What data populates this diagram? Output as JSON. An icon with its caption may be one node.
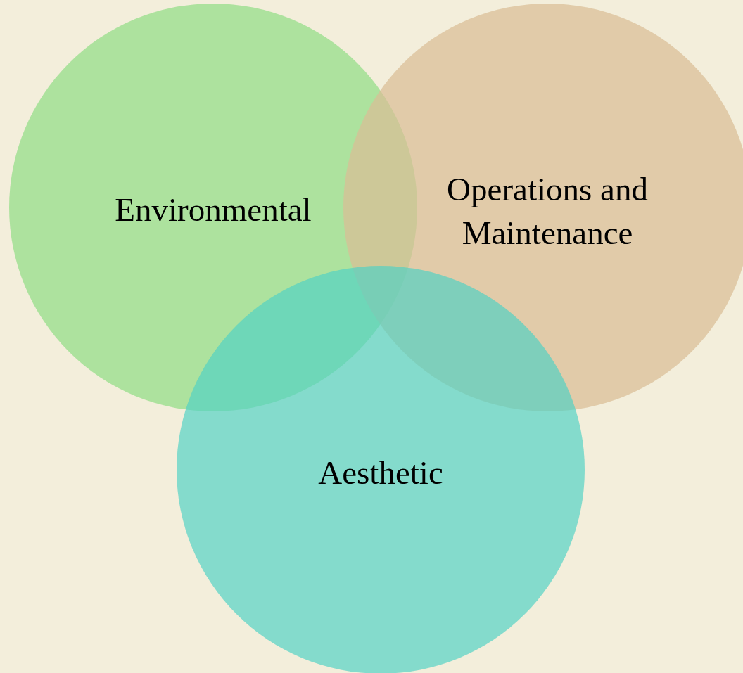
{
  "diagram": {
    "nodes": [
      {
        "text": [
          "Environmental"
        ]
      },
      {
        "text": [
          "Operations and Maintenance"
        ]
      },
      {
        "text": [
          "Aesthetic"
        ]
      }
    ],
    "edges": []
  }
}
